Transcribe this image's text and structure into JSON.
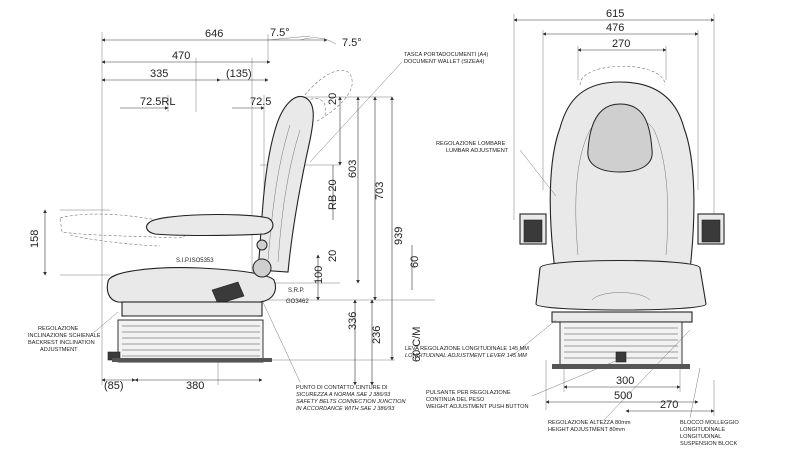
{
  "side_view": {
    "dims": {
      "d646": "646",
      "d470": "470",
      "d335": "335",
      "d135": "(135)",
      "d72_5rl": "72.5RL",
      "d72_5": "72.5",
      "d7_5a": "7.5°",
      "d7_5b": "7.5°",
      "d20_top": "20",
      "d603": "603",
      "d703": "703",
      "d939": "939",
      "dRB20": "RB 20",
      "d20_mid": "20",
      "d100": "100",
      "d60": "60",
      "d336": "336",
      "d236": "236",
      "d60cm": "60 C/M",
      "d158": "158",
      "d85": "(85)",
      "d380": "380"
    },
    "labels": {
      "sip": "S.I.P.ISO5353",
      "srp": "S.R.P.",
      "g3462": "GO3462"
    },
    "notes": {
      "wallet": [
        "TASCA PORTADOCUMENTI (A4)",
        "DOCUMENT WALLET (SIZEA4)"
      ],
      "backrest": [
        "REGOLAZIONE",
        "INCLINAZIONE SCHIENALE",
        "BACKREST INCLINATION",
        "ADJUSTMENT"
      ],
      "belts": [
        "PUNTO DI CONTATTO CINTURE DI",
        "SICUREZZA A NORMA SAE J 386/93",
        "SAFETY BELTS CONNECTION JUNCTION",
        "IN ACCORDANCE WITH SAE J 386/93"
      ]
    }
  },
  "front_view": {
    "dims": {
      "d615": "615",
      "d476": "476",
      "d270_top": "270",
      "d300": "300",
      "d500": "500",
      "d270_bottom": "270"
    },
    "notes": {
      "lumbar": [
        "REGOLAZIONE LOMBARE",
        "LUMBAR ADJUSTMENT"
      ],
      "lever": [
        "LEVA REGOLAZIONE LONGITUDINALE 145 MM",
        "LONGITUDINAL ADJUSTMENT LEVER 145 MM"
      ],
      "weight": [
        "PULSANTE PER REGOLAZIONE",
        "CONTINUA DEL PESO",
        "WEIGHT ADJUSTMENT PUSH BUTTON"
      ],
      "height": [
        "REGOLAZIONE ALTEZZA 80mm",
        "HEIGHT ADJUSTMENT 80mm"
      ],
      "block": [
        "BLOCCO MOLLEGGIO",
        "LONGITUDINALE",
        "LONGITUDINAL",
        "SUSPENSION BLOCK"
      ]
    }
  }
}
